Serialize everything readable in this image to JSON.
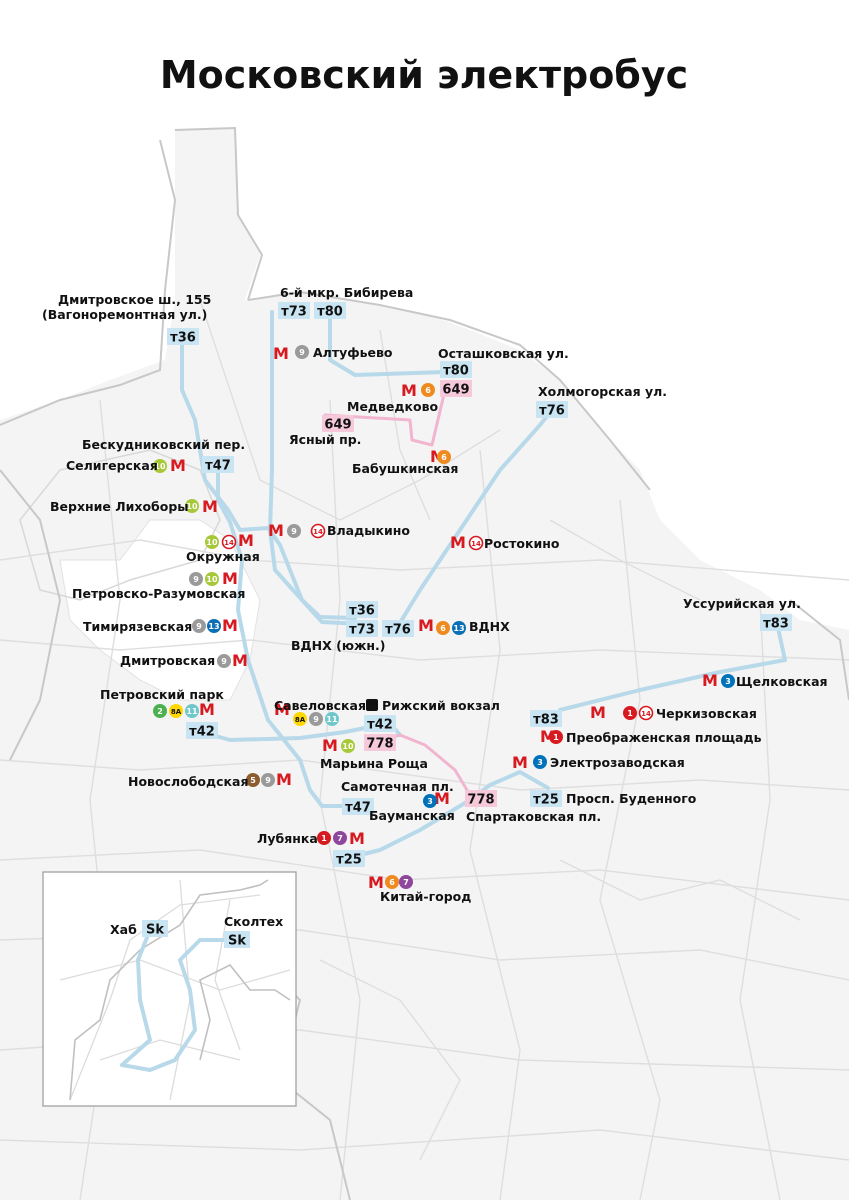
{
  "title": "Московский электробус",
  "colors": {
    "route_electrobus": "#b7d9ea",
    "route_pink": "#f2b5cf",
    "badge_blue": "#c9e4f2",
    "badge_pink": "#f6c9da",
    "metro_red": "#d71920",
    "street": "#dcdcdc",
    "district": "#f1f1f1"
  },
  "line_colors": {
    "1": "#d71920",
    "2": "#4caf50",
    "3": "#0072ba",
    "5": "#8d5b2d",
    "6": "#ef8a1f",
    "7": "#8e479c",
    "8А": "#ffd702",
    "9": "#9a9a9a",
    "10": "#a7c838",
    "11": "#70c8ca",
    "13": "#0a6fb5",
    "14": "#ffffff"
  },
  "routes_shown": [
    "т36",
    "т73",
    "т80",
    "т47",
    "т76",
    "т83",
    "т42",
    "т25",
    "649",
    "778",
    "Sk"
  ],
  "stops": {
    "dmitrovskoe_1": "Дмитровское ш., 155",
    "dmitrovskoe_2": "(Вагоноремонтная ул.)",
    "bibirevo": "6-й мкр. Бибирева",
    "altufyevo": "Алтуфьево",
    "ostashkovskaya": "Осташковская ул.",
    "medvedkovo": "Медведково",
    "kholmogorskaya": "Холмогорская ул.",
    "yasny": "Ясный пр.",
    "babushkinskaya": "Бабушкинская",
    "beskudnikovsky": "Бескудниковский пер.",
    "seligerskaya": "Селигерская",
    "verkhnie_likhobory": "Верхние Лихоборы",
    "vladykino": "Владыкино",
    "okruzhnaya": "Окружная",
    "rostokino": "Ростокино",
    "petrovsko": "Петровско-Разумовская",
    "timiryazevskaya": "Тимирязевская",
    "vdnh_south": "ВДНХ (южн.)",
    "vdnh": "ВДНХ",
    "ussuriyskaya": "Уссурийская ул.",
    "dmitrovskaya": "Дмитровская",
    "shchelkovskaya": "Щелковская",
    "petrovsky_park": "Петровский парк",
    "savelovskaya": "Савеловская",
    "rizhsky": "Рижский вокзал",
    "cherkizovskaya": "Черкизовская",
    "preobrazhenskaya": "Преображенская площадь",
    "maryina_roshcha": "Марьина Роща",
    "elektrozavodskaya": "Электрозаводская",
    "novoslobodskaya": "Новослободская",
    "samotechnaya": "Самотечная пл.",
    "budennogo": "Просп. Буденного",
    "baumanskaya": "Бауманская",
    "spartakovskaya": "Спартаковская пл.",
    "lubyanka": "Лубянка",
    "kitay_gorod": "Китай-город",
    "hab": "Хаб",
    "skoltech": "Сколтех"
  },
  "metro_symbol": "М",
  "line_labels": {
    "l1": "1",
    "l2": "2",
    "l3": "3",
    "l5": "5",
    "l6": "6",
    "l7": "7",
    "l8a": "8А",
    "l9": "9",
    "l10": "10",
    "l11": "11",
    "l13": "13",
    "l14": "14"
  }
}
